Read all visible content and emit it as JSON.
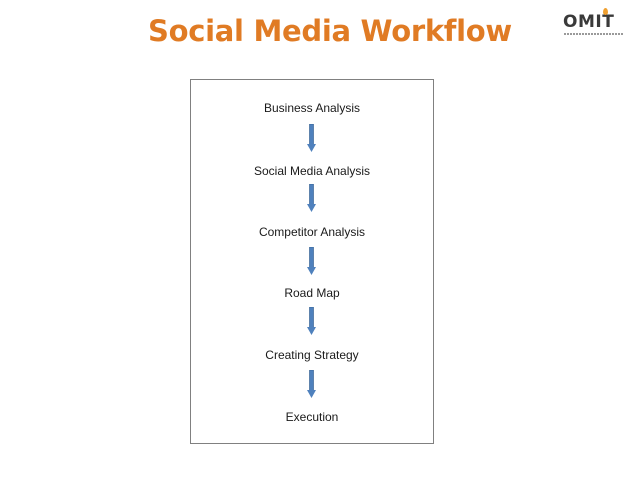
{
  "header": {
    "title": "Social Media Workflow",
    "title_color": "#e07b24"
  },
  "logo": {
    "wordmark": "OMIT",
    "flame_color": "#f0a030"
  },
  "workflow": {
    "arrow_color": "#4f81bd",
    "steps": [
      "Business Analysis",
      "Social Media Analysis",
      "Competitor Analysis",
      "Road Map",
      "Creating Strategy",
      "Execution"
    ]
  }
}
